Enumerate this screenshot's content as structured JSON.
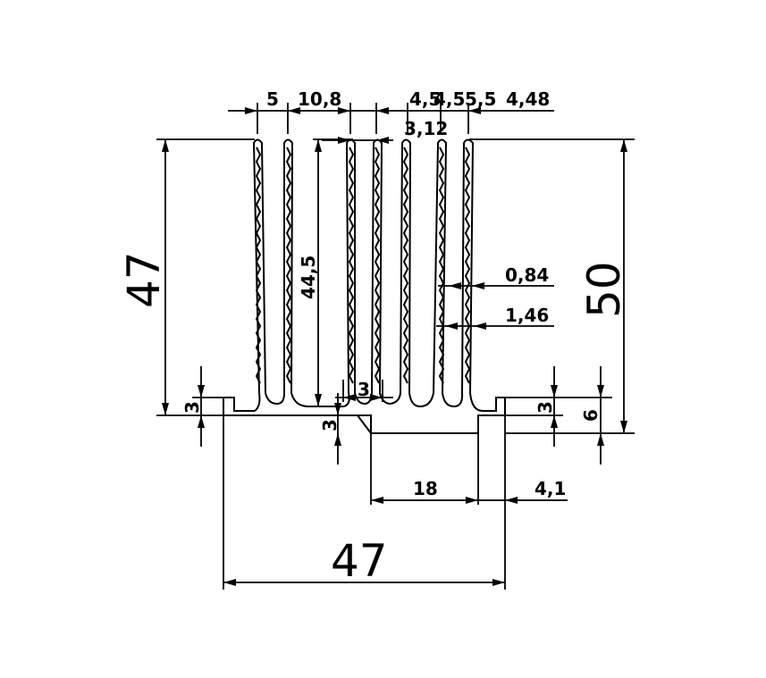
{
  "drawing": {
    "labels": {
      "overall_width": "47",
      "fin_height_left": "47",
      "total_height": "50",
      "inner_fin_height": "44,5",
      "fin_pitch_a": "5",
      "fin_pitch_b": "10,8",
      "fin_pitch_c": "4,5",
      "fin_pitch_d": "4,5",
      "fin_pitch_e": "5,5",
      "fin_pitch_f": "4,48",
      "fin_gap": "3,12",
      "fin_tip_thickness": "0,84",
      "fin_root_thickness": "1,46",
      "base_step_left": "3",
      "base_step_center_top": "3",
      "base_step_center": "3",
      "base_step_right": "3",
      "base_thickness": "6",
      "slot_width": "18",
      "foot_width": "4,1"
    }
  }
}
